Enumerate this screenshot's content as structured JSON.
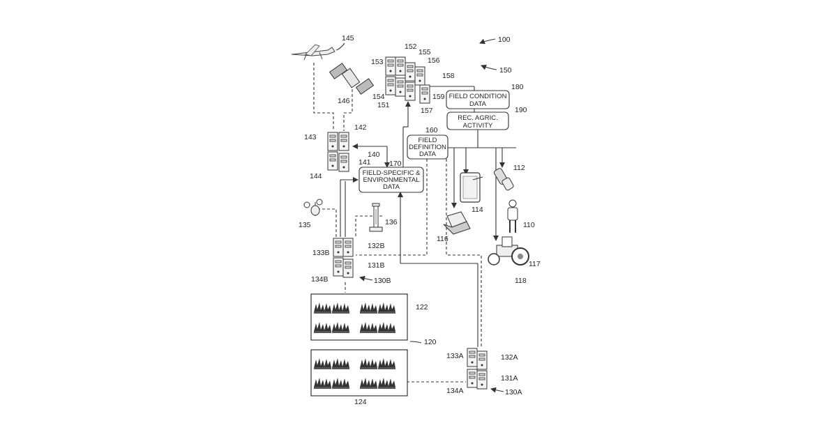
{
  "figure_ref": "100",
  "system_ref": "150",
  "boxes": {
    "field_condition": [
      "FIELD CONDITION",
      "DATA"
    ],
    "field_condition_ref": "180",
    "rec_agric": [
      "REC. AGRIC.",
      "ACTIVITY"
    ],
    "rec_agric_ref": "190",
    "field_definition": [
      "FIELD",
      "DEFINITION",
      "DATA"
    ],
    "field_definition_ref": "160",
    "field_specific": [
      "FIELD-SPECIFIC &",
      "ENVIRONMENTAL",
      "DATA"
    ],
    "field_specific_ref": "170"
  },
  "labels": {
    "drone": "145",
    "satellite": "146",
    "server_153": "153",
    "server_152": "152",
    "server_155": "155",
    "server_156": "156",
    "server_158": "158",
    "server_154": "154",
    "server_151": "151",
    "server_159": "159",
    "server_157": "157",
    "hub_143": "143",
    "hub_142": "142",
    "hub_140": "140",
    "hub_141": "141",
    "hub_144": "144",
    "phone": "112",
    "tablet": "114",
    "laptop": "116",
    "person": "110",
    "tractor": "117",
    "tractor_group": "118",
    "anemometer": "135",
    "gauge": "136",
    "n133B": "133B",
    "n132B": "132B",
    "n131B": "131B",
    "n134B": "134B",
    "n130B": "130B",
    "field_top": "122",
    "field_group": "120",
    "field_bottom": "124",
    "n133A": "133A",
    "n132A": "132A",
    "n131A": "131A",
    "n134A": "134A",
    "n130A": "130A"
  }
}
